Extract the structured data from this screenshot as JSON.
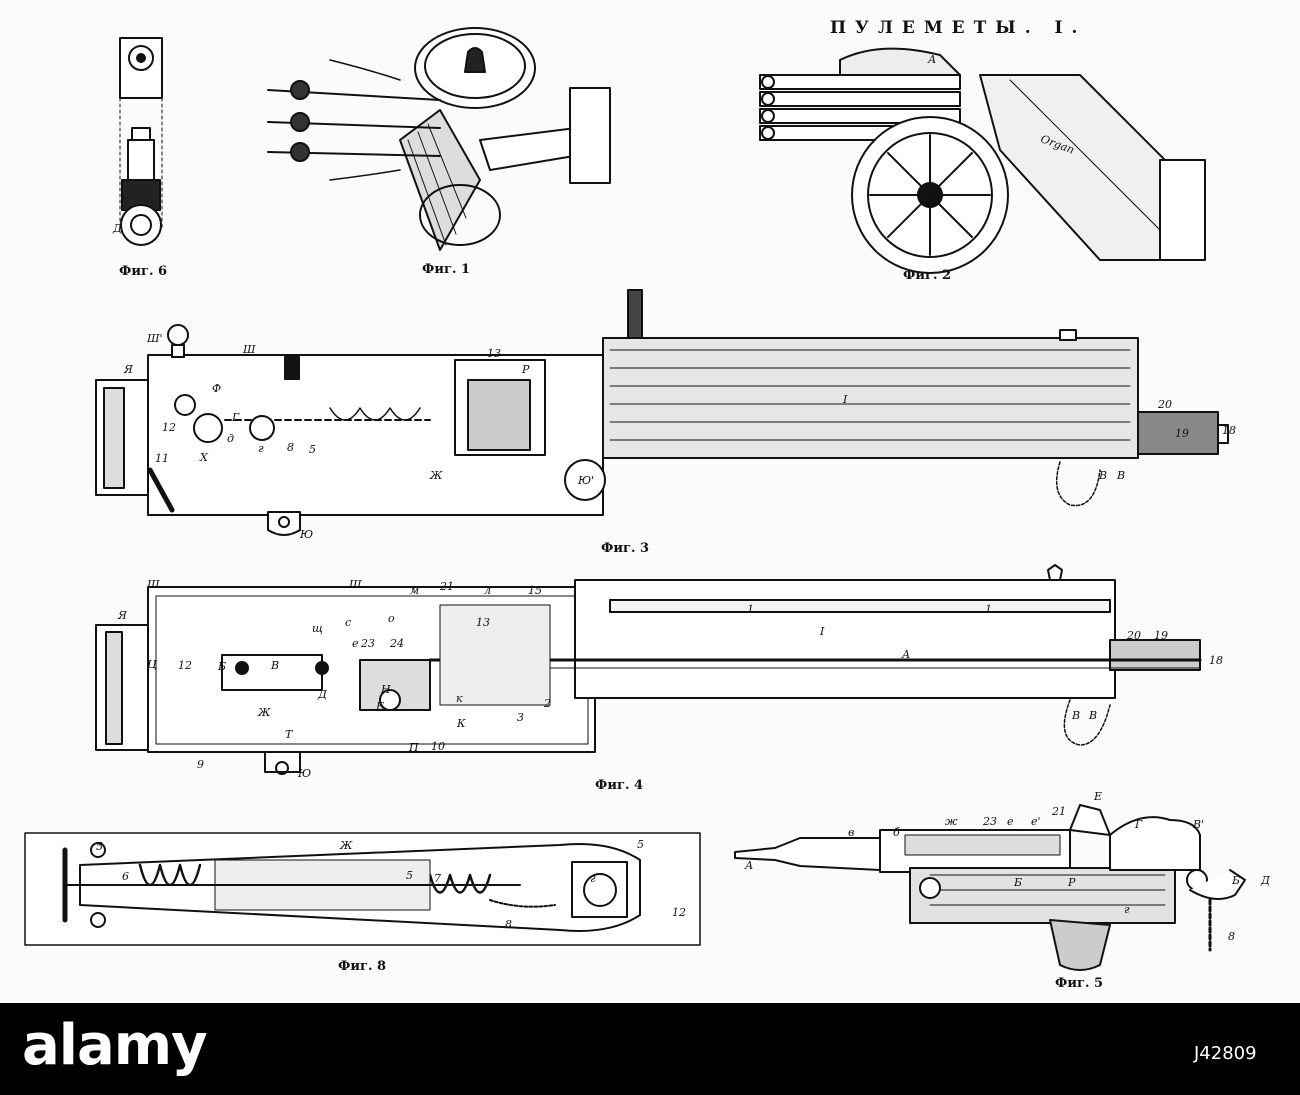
{
  "plate": {
    "title": "ПУЛЕМЕТЫ. I.",
    "figures": [
      {
        "id": "fig6",
        "caption": "Фиг. 6",
        "labels": [
          "Д"
        ]
      },
      {
        "id": "fig1",
        "caption": "Фиг. 1",
        "labels": []
      },
      {
        "id": "fig2",
        "caption": "Фиг. 2",
        "labels": [
          "Organ",
          "А"
        ]
      },
      {
        "id": "fig3",
        "caption": "Фиг. 3",
        "labels": [
          "Ш'",
          "Ш",
          "Я",
          "Ф",
          "Г",
          "12",
          "11",
          "Х",
          "г",
          "8",
          "5",
          "д",
          "13",
          "Р",
          "Ж",
          "Ю",
          "Ю'",
          "I",
          "20",
          "19",
          "18",
          "В",
          "В"
        ]
      },
      {
        "id": "fig4",
        "caption": "Фиг. 4",
        "labels": [
          "Ш",
          "Ш",
          "м",
          "21",
          "л",
          "15",
          "1",
          "1",
          "I",
          "Я",
          "Ц",
          "12",
          "Б",
          "В",
          "Д",
          "Ж",
          "Т",
          "9",
          "Ю",
          "Е",
          "П",
          "К",
          "Н",
          "10",
          "3",
          "2",
          "к",
          "А",
          "20",
          "19",
          "18",
          "В",
          "В",
          "щ",
          "с",
          "о",
          "е",
          "23",
          "24",
          "13"
        ]
      },
      {
        "id": "fig8",
        "caption": "Фиг. 8",
        "labels": [
          "5",
          "6",
          "Ж",
          "5",
          "5",
          "7",
          "г",
          "8",
          "12"
        ]
      },
      {
        "id": "fig5",
        "caption": "Фиг. 5",
        "labels": [
          "А",
          "в",
          "б",
          "ж",
          "23",
          "е",
          "е'",
          "21",
          "Е",
          "Г",
          "В'",
          "Б",
          "Р",
          "Б",
          "Д",
          "г",
          "8"
        ]
      }
    ]
  },
  "footer": {
    "brand": "alamy",
    "image_id": "J42809"
  }
}
